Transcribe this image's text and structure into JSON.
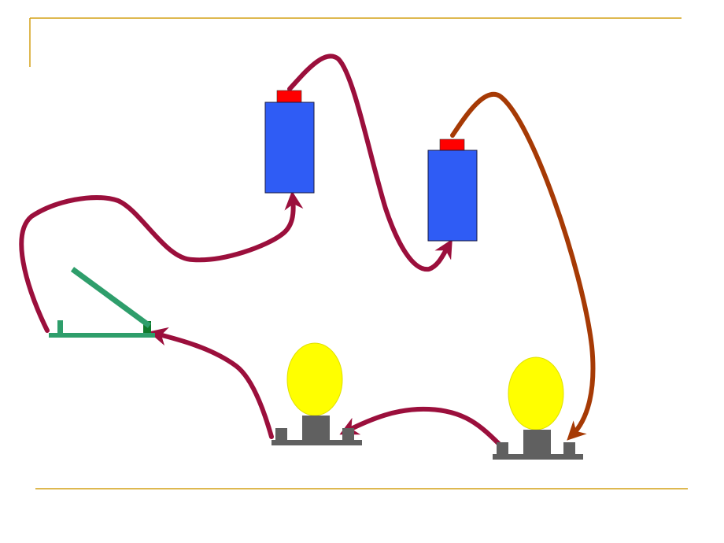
{
  "slide": {
    "rule_color": "#d4a017"
  },
  "diagram": {
    "kind": "series circuit",
    "components": [
      {
        "id": "switch",
        "type": "switch",
        "state": "open",
        "color": "#2e9e6b"
      },
      {
        "id": "battery-1",
        "type": "battery",
        "body_color": "#2f5cf5",
        "terminal_color": "#ff0000"
      },
      {
        "id": "battery-2",
        "type": "battery",
        "body_color": "#2f5cf5",
        "terminal_color": "#ff0000"
      },
      {
        "id": "bulb-1",
        "type": "light-bulb",
        "glass_color": "#ffff00",
        "base_color": "#606060"
      },
      {
        "id": "bulb-2",
        "type": "light-bulb",
        "glass_color": "#ffff00",
        "base_color": "#606060"
      }
    ],
    "wires": [
      {
        "from": "switch",
        "to": "battery-1",
        "color": "#9b0f3c",
        "arrow": true
      },
      {
        "from": "battery-1",
        "to": "battery-2",
        "color": "#9b0f3c",
        "arrow": true
      },
      {
        "from": "battery-2",
        "to": "bulb-2",
        "color": "#a63a05",
        "arrow": true
      },
      {
        "from": "bulb-2",
        "to": "bulb-1",
        "color": "#9b0f3c",
        "arrow": true
      },
      {
        "from": "bulb-1",
        "to": "switch",
        "color": "#9b0f3c",
        "arrow": true
      }
    ]
  }
}
